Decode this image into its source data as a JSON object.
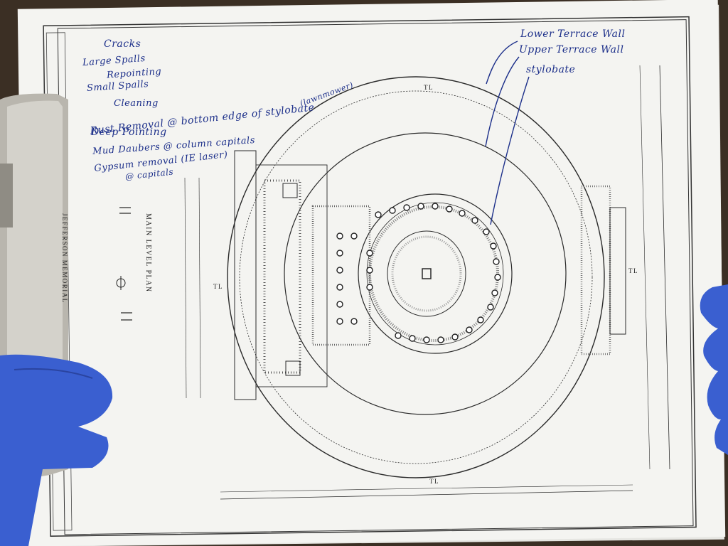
{
  "drawing": {
    "sheet_title": "MAIN LEVEL PLAN",
    "memorial_name": "JEFFERSON MEMORIAL",
    "centerline_labels": [
      "TL",
      "TL",
      "TL",
      "TL"
    ]
  },
  "annotations": {
    "left_notes": [
      "Cracks",
      "Large Spalls",
      "Repointing",
      "Small Spalls",
      "Cleaning",
      "Rust Removal @ bottom edge of stylobate",
      "(lawnmower)",
      "Deep Pointing",
      "Mud Daubers @ column capitals",
      "Gypsum removal (IE laser)",
      "@ capitals"
    ],
    "right_labels": [
      "Lower Terrace Wall",
      "Upper Terrace Wall",
      "stylobate"
    ]
  },
  "colors": {
    "ink": "#1c2f8a",
    "paper": "#f4f4f1",
    "glove": "#3a5fd0",
    "clipboard": "#b9b6ae",
    "lines": "#2a2a2a"
  }
}
